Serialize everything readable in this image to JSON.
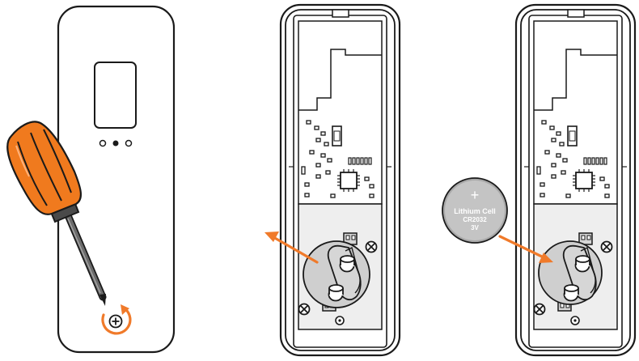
{
  "colors": {
    "outline": "#1a1a1a",
    "accent": "#f07a2a",
    "screwdriver_handle": "#f07a1e",
    "screwdriver_shaft": "#555555",
    "board_bg": "#ffffff",
    "housing_fill": "#ffffff",
    "battery_fill": "#cfcfcf",
    "battery_bay_fill": "#eeeeee",
    "clip_fill": "#d6d6d6"
  },
  "steps": [
    {
      "name": "remove-screw",
      "icons": [
        "screwdriver-icon",
        "screw-icon",
        "rotate-arrow-icon"
      ]
    },
    {
      "name": "remove-old-battery",
      "icons": [
        "arrow-out-icon"
      ]
    },
    {
      "name": "insert-new-battery",
      "icons": [
        "arrow-in-icon",
        "coin-cell-icon"
      ]
    }
  ],
  "battery": {
    "line1": "Lithium Cell",
    "line2": "CR2032",
    "line3": "3V",
    "symbol": "+"
  }
}
